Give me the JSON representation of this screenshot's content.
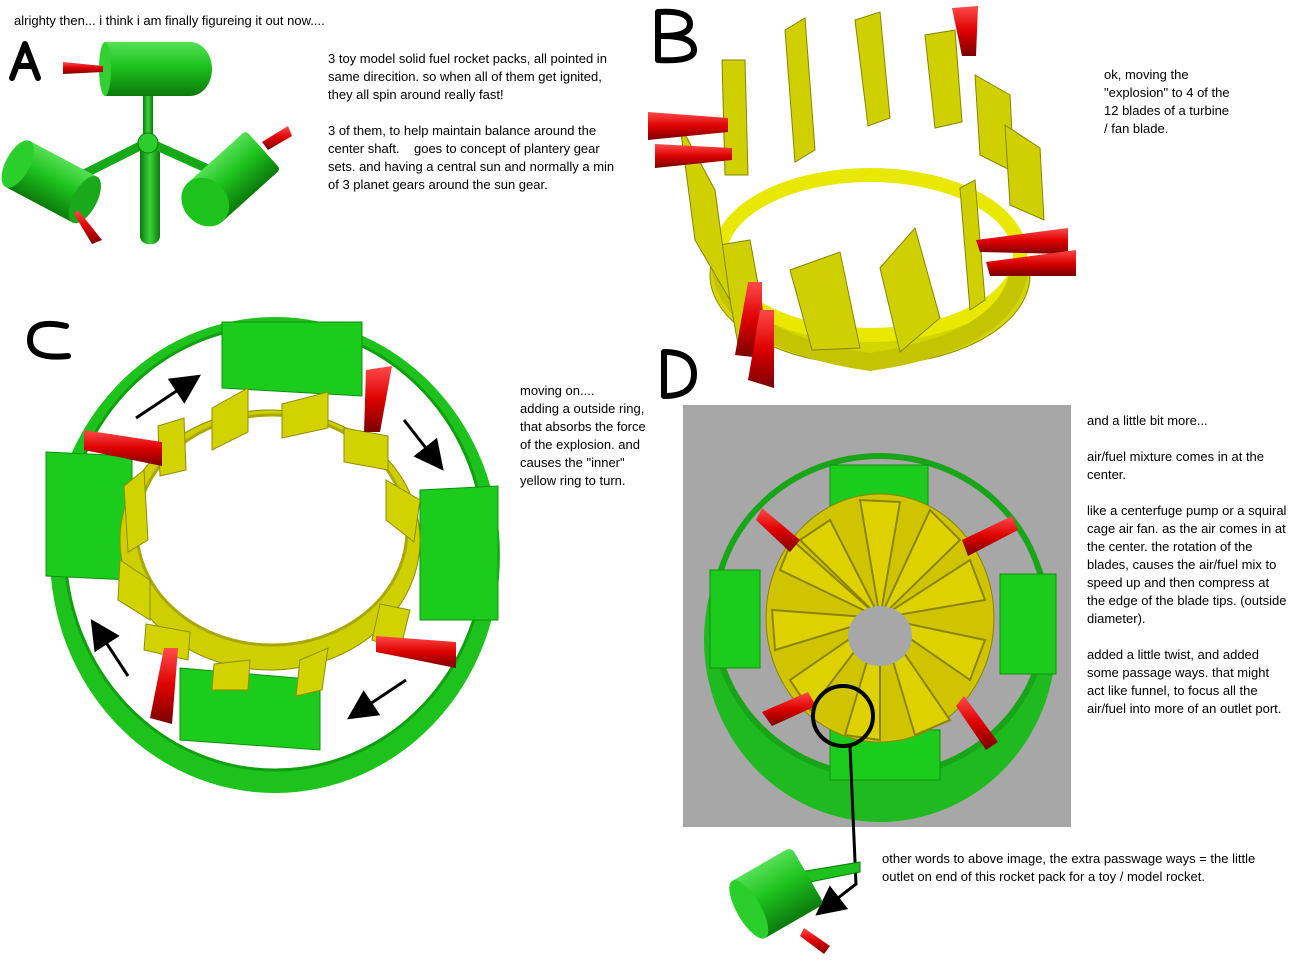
{
  "header_note": "alrighty then... i think i am finally figureing it out now....",
  "panels": {
    "a": {
      "letter": "A",
      "text": "3 toy model solid fuel rocket packs, all pointed in same direcition. so when all of them get ignited, they all spin around really fast!\n\n3 of them, to help maintain balance around the center shaft.    goes to concept of plantery gear sets. and having a central sun and normally a min of 3 planet gears around the sun gear."
    },
    "b": {
      "letter": "B",
      "text": "ok, moving the \"explosion\" to 4 of the 12 blades of a turbine / fan blade."
    },
    "c": {
      "letter": "C",
      "text": "moving on....\nadding a outside ring, that absorbs the force of the explosion. and causes the \"inner\" yellow ring to turn."
    },
    "d": {
      "letter": "D",
      "text": "and a little bit more...\n\nair/fuel mixture comes in at the center.\n\nlike a centerfuge pump or a squiral cage air fan. as the air comes in at the center. the rotation of the blades, causes the air/fuel mix to speed up and then compress at the edge of the blade tips. (outside diameter).\n\nadded a little twist, and added some passage ways. that might act like funnel, to focus all the air/fuel into more of an outlet port."
    },
    "footer": {
      "text": "other words to above image, the extra passwage ways = the little outlet on end of this rocket pack for a toy / model rocket."
    }
  },
  "colors": {
    "green": "#1dc21d",
    "green_dark": "#0f8f0f",
    "yellow": "#d8d800",
    "yellow_dark": "#9a9a00",
    "red": "#e00000",
    "red_dark": "#8a0000",
    "render_bg": "#a7a7a7"
  }
}
